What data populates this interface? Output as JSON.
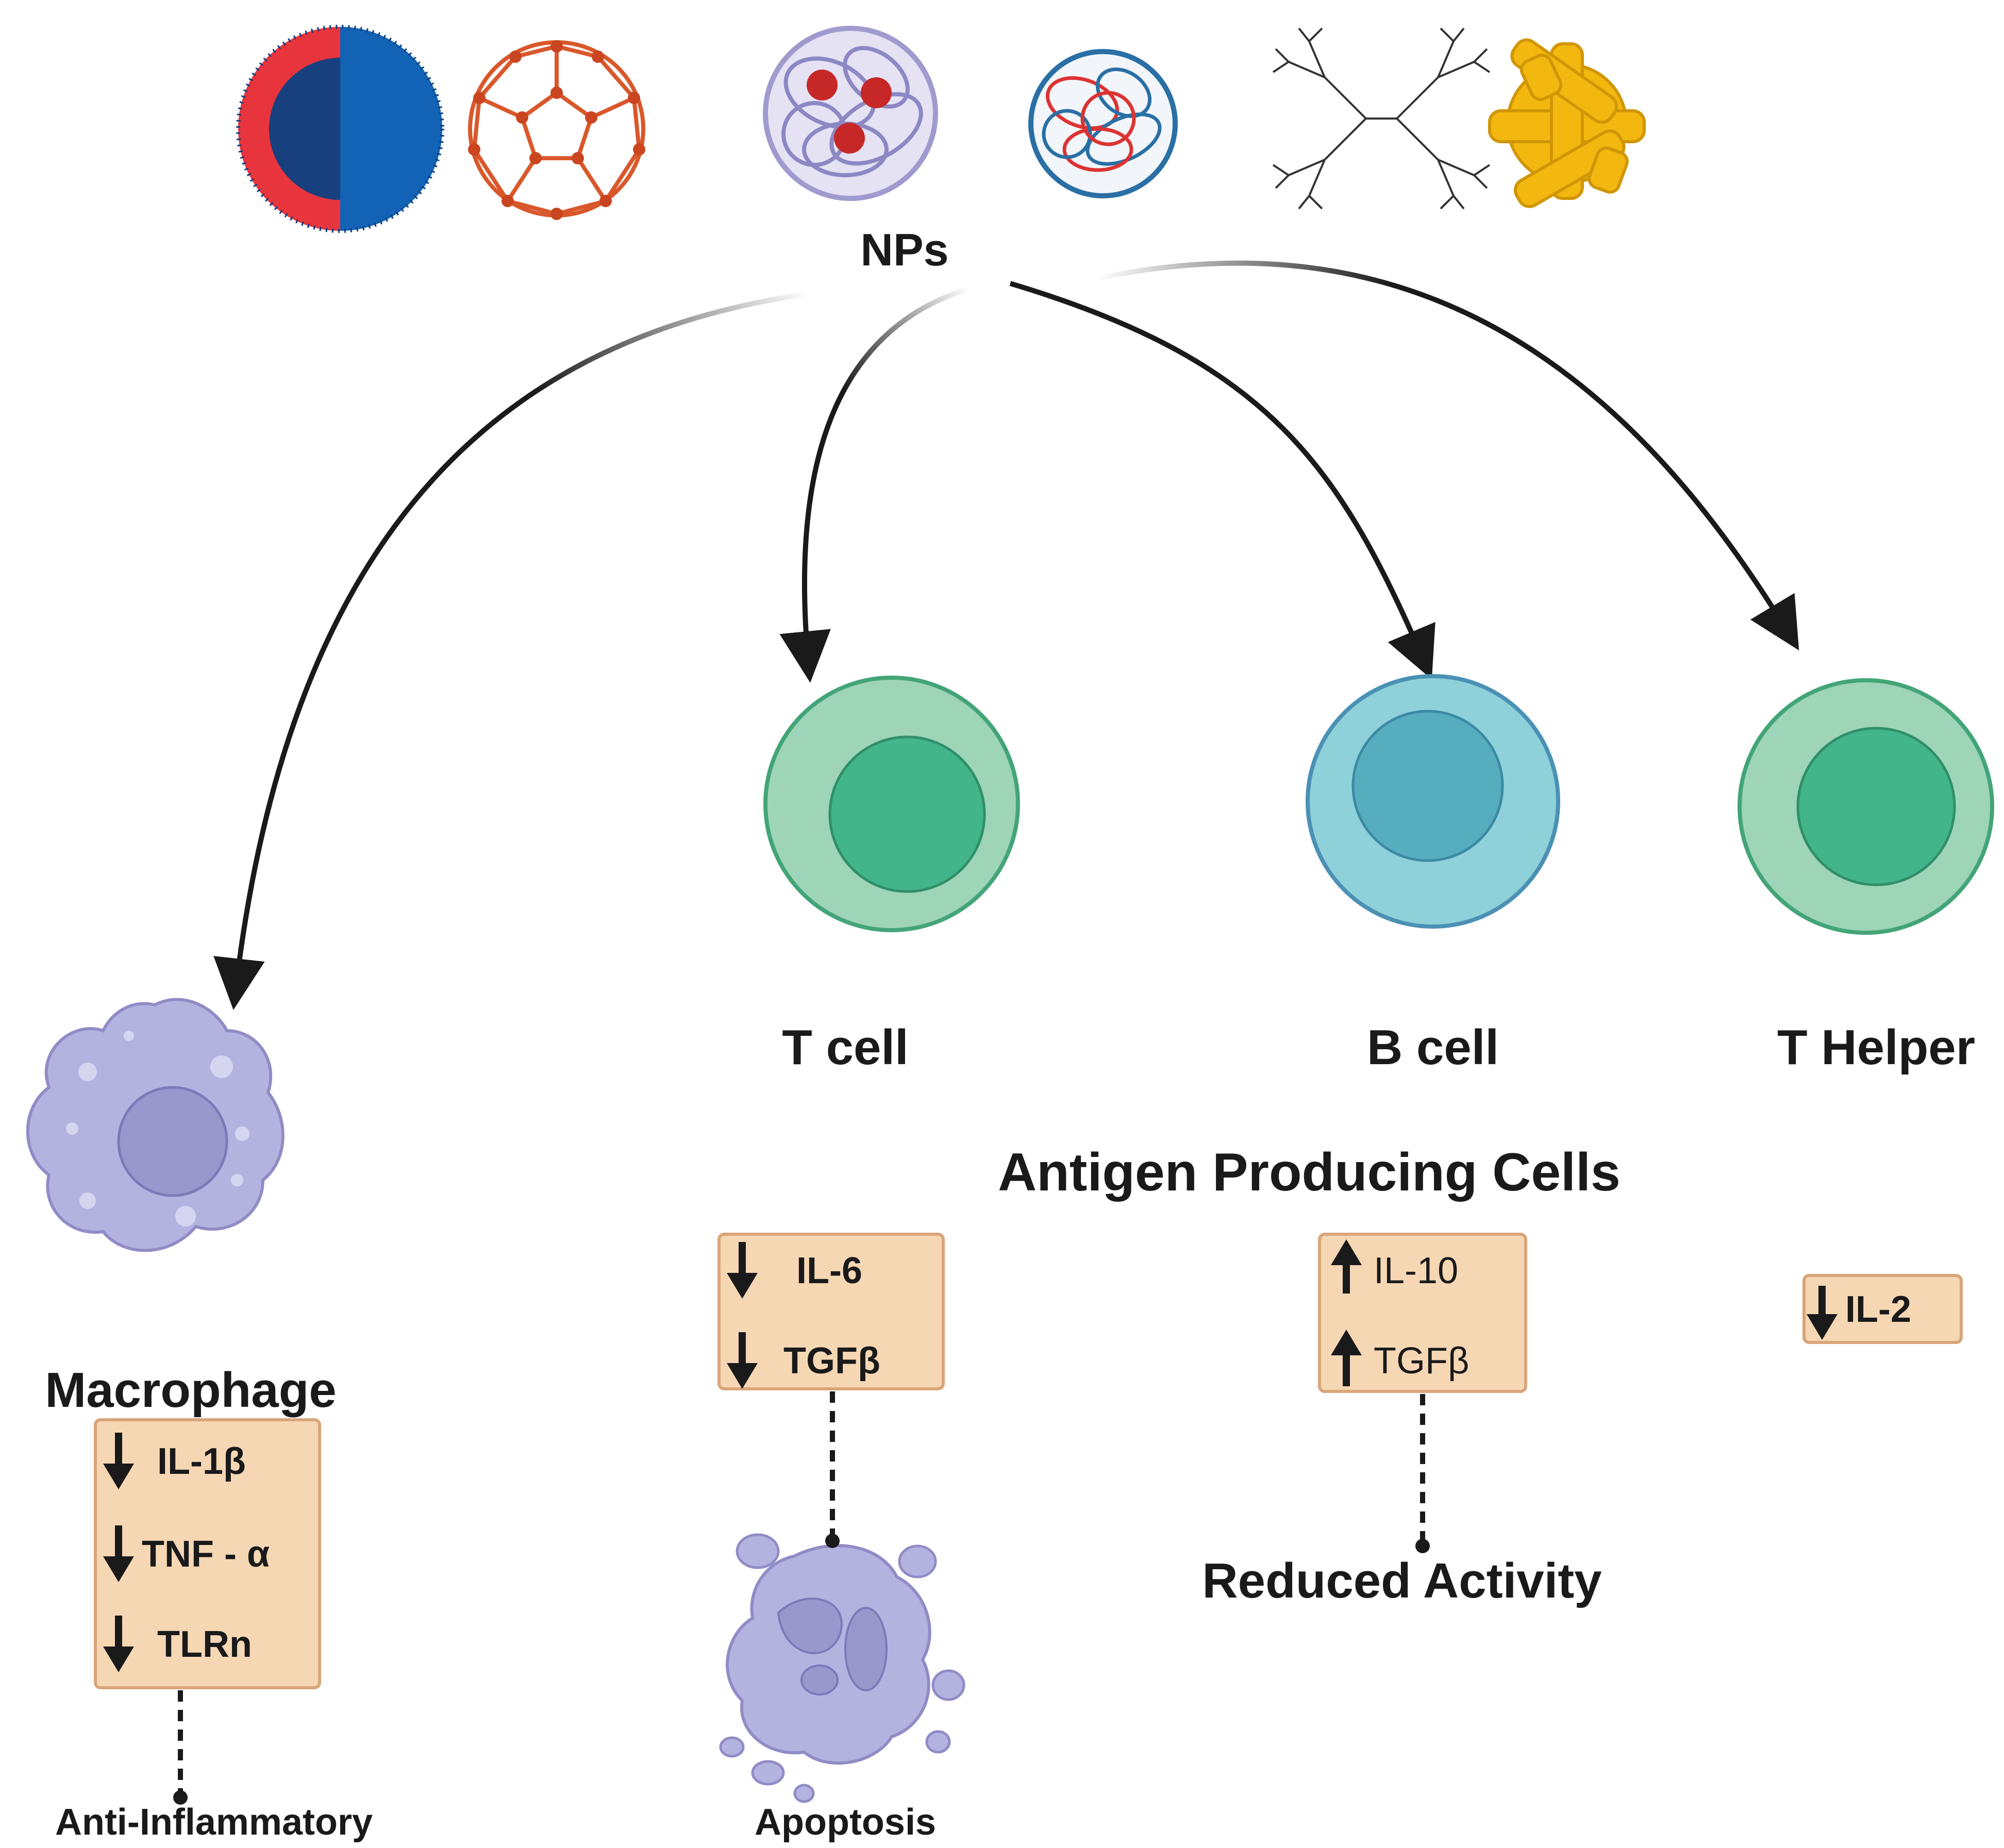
{
  "source": {
    "label": "NPs"
  },
  "targets": {
    "macrophage": {
      "label": "Macrophage",
      "markers": [
        "IL-1β",
        "TNF - α",
        "TLRn"
      ],
      "directions": [
        "down",
        "down",
        "down"
      ],
      "outcome": "Anti-Inflammatory"
    },
    "t_cell": {
      "label": "T cell",
      "markers": [
        "IL-6",
        "TGFβ"
      ],
      "directions": [
        "down",
        "down"
      ],
      "outcome": "Apoptosis"
    },
    "b_cell": {
      "label": "B cell",
      "markers": [
        "IL-10",
        "TGFβ"
      ],
      "directions": [
        "up",
        "up"
      ],
      "outcome": "Reduced Activity"
    },
    "t_helper": {
      "label": "T Helper",
      "markers": [
        "IL-2"
      ],
      "directions": [
        "down"
      ]
    }
  },
  "group_label": "Antigen Producing Cells",
  "colors": {
    "box_fill": "#f6d7b4",
    "box_stroke": "#d9a57a",
    "t_cell_outer": "#9ed4b7",
    "t_cell_inner": "#43b58b",
    "b_cell_outer": "#8fd1d9",
    "b_cell_inner": "#55adbe",
    "macrophage": "#b4b3e0",
    "macrophage_nucleus": "#9a97cc",
    "arrow": "#1a1a1a"
  },
  "icons": [
    "liposome-icon",
    "fullerene-icon",
    "polymer-np-icon",
    "polymer-coil-icon",
    "dendrimer-icon",
    "gold-np-icon"
  ]
}
